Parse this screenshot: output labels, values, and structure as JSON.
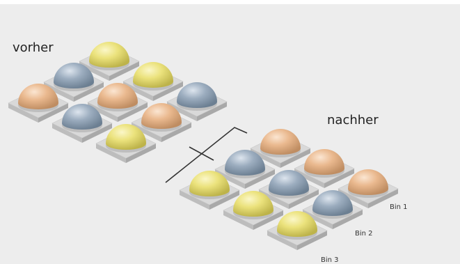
{
  "labels": {
    "before": "vorher",
    "after": "nachher",
    "bins": [
      "Bin 1",
      "Bin 2",
      "Bin 3"
    ]
  },
  "colors": {
    "background": "#ededed",
    "yellow": "#e8e07a",
    "blue": "#93a6b8",
    "peach": "#e9b88f",
    "tile_top": "#d6d6d6",
    "tile_side": "#b4b4b4",
    "arrow": "#333333"
  },
  "before_grid": {
    "rows": [
      [
        "yellow",
        "yellow",
        "blue"
      ],
      [
        "blue",
        "peach",
        "peach"
      ],
      [
        "peach",
        "blue",
        "yellow"
      ]
    ]
  },
  "after_grid": {
    "rows": [
      [
        "peach",
        "peach",
        "peach"
      ],
      [
        "blue",
        "blue",
        "blue"
      ],
      [
        "yellow",
        "yellow",
        "yellow"
      ]
    ]
  }
}
